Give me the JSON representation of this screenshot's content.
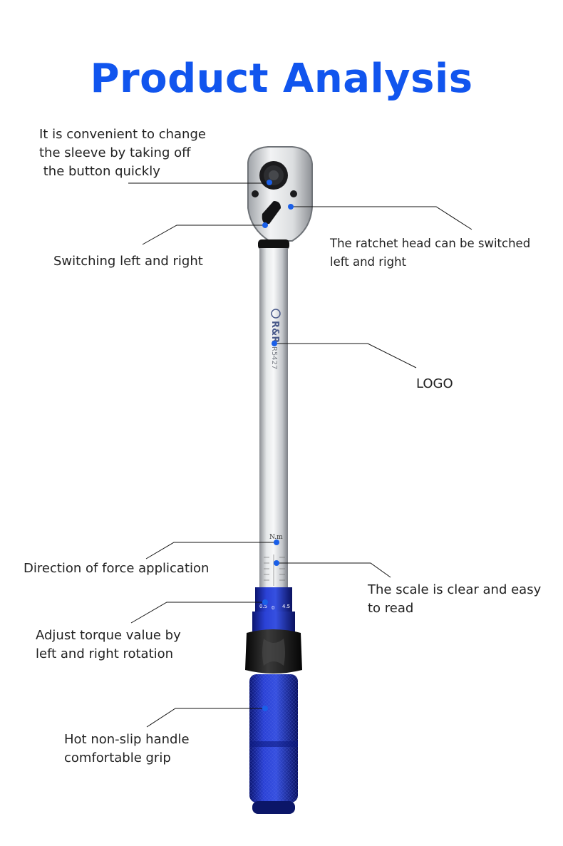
{
  "title": "Product Analysis",
  "callouts": {
    "button": [
      "It is convenient to change",
      "the sleeve by taking off",
      " the button quickly"
    ],
    "switching": [
      "Switching left and right"
    ],
    "ratchet": [
      "The ratchet head can be switched",
      "left and right"
    ],
    "logo": [
      "LOGO"
    ],
    "direction": [
      "Direction of force application"
    ],
    "scale": [
      "The scale is clear and easy",
      "to read"
    ],
    "adjust": [
      "Adjust torque value by",
      "left and right rotation"
    ],
    "handle": [
      "Hot non-slip handle",
      "comfortable grip"
    ]
  },
  "wrench": {
    "unit": "N.m",
    "scale_left": "0.5",
    "scale_center": "0",
    "scale_right": "4.5"
  },
  "colors": {
    "title": "#1155ee",
    "accent_dot": "#1a5fe8",
    "handle": "#1e2fb8"
  }
}
